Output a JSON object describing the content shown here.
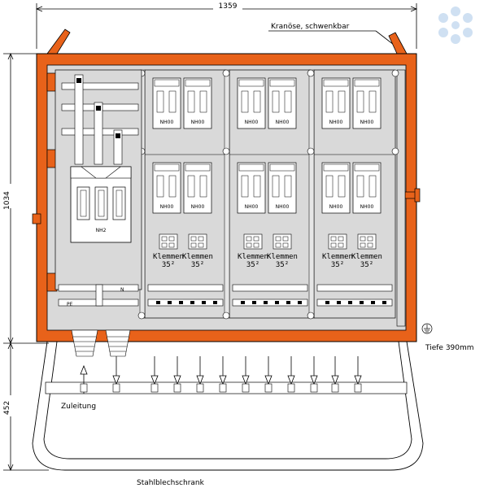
{
  "dimensions": {
    "width": "1359",
    "height_cabinet": "1034",
    "height_base": "452"
  },
  "labels": {
    "crane_eye": "Kranöse, schwenkbar",
    "depth": "Tiefe 390mm",
    "feed": "Zuleitung",
    "material": "Stahlblechschrank",
    "main_fuse": "NH2",
    "pe": "PE",
    "n": "N"
  },
  "modules": [
    {
      "fuse_a": "NH00",
      "fuse_b": "NH00"
    },
    {
      "fuse_a": "NH00",
      "fuse_b": "NH00"
    },
    {
      "fuse_a": "NH00",
      "fuse_b": "NH00"
    },
    {
      "fuse_a": "NH00",
      "fuse_b": "NH00"
    },
    {
      "fuse_a": "NH00",
      "fuse_b": "NH00"
    },
    {
      "fuse_a": "NH00",
      "fuse_b": "NH00"
    }
  ],
  "terminals": [
    {
      "label": "Klemmen",
      "size": "35²"
    },
    {
      "label": "Klemmen",
      "size": "35²"
    },
    {
      "label": "Klemmen",
      "size": "35²"
    },
    {
      "label": "Klemmen",
      "size": "35²"
    },
    {
      "label": "Klemmen",
      "size": "35²"
    },
    {
      "label": "Klemmen",
      "size": "35²"
    }
  ],
  "colors": {
    "frame": "#e8621a",
    "panel": "#d9d9d9",
    "line": "#000000",
    "logo": "#cfe0f2"
  }
}
